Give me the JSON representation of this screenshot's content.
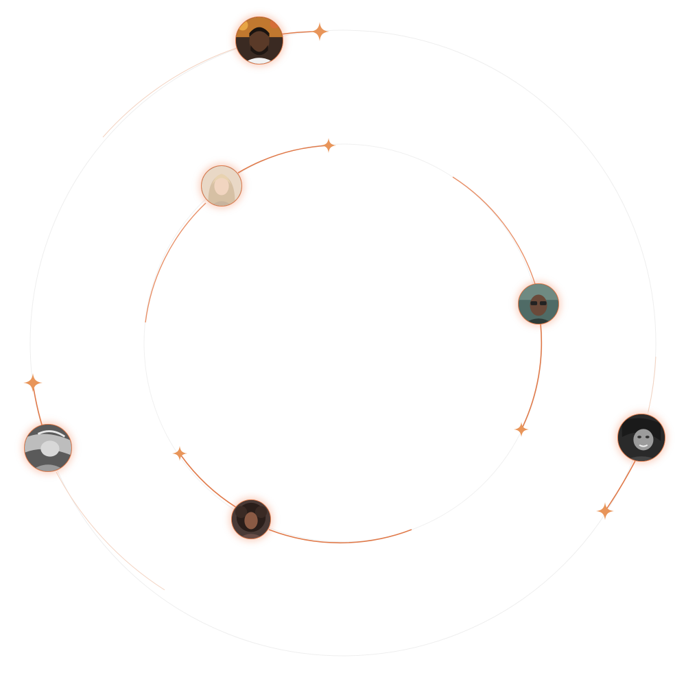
{
  "colors": {
    "accent": "#e07a4a",
    "accent_light": "#f2a26d",
    "sparkle": "#e8955a",
    "orbit_faint": "#ececec",
    "background": "#ffffff"
  },
  "orbits": [
    {
      "name": "outer-orbit"
    },
    {
      "name": "inner-orbit"
    }
  ],
  "avatars": [
    {
      "name": "avatar-man-beard",
      "icon": "person-photo-icon",
      "tone": "warm-color"
    },
    {
      "name": "avatar-woman-blonde",
      "icon": "person-photo-icon",
      "tone": "light-warm"
    },
    {
      "name": "avatar-man-glasses",
      "icon": "person-photo-icon",
      "tone": "dark-teal"
    },
    {
      "name": "avatar-woman-curly",
      "icon": "person-photo-icon",
      "tone": "dark-color"
    },
    {
      "name": "avatar-woman-bw-left",
      "icon": "person-photo-icon",
      "tone": "grayscale"
    },
    {
      "name": "avatar-woman-bw-right",
      "icon": "person-photo-icon",
      "tone": "grayscale"
    }
  ],
  "sparkles": [
    {
      "name": "sparkle-star-icon"
    }
  ]
}
